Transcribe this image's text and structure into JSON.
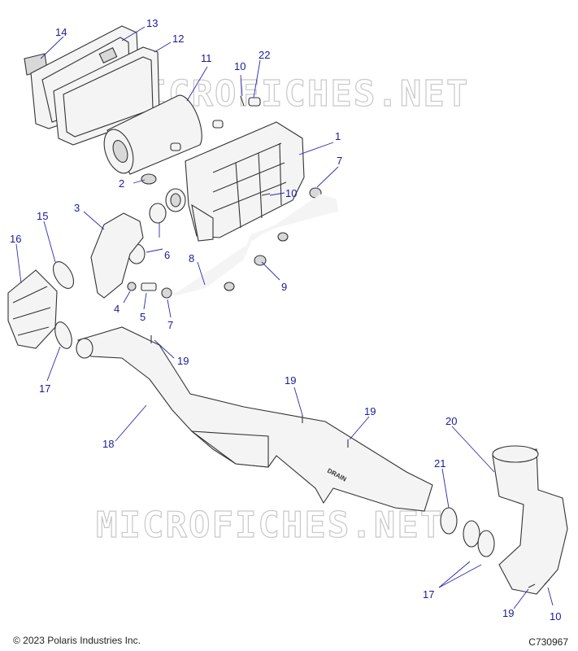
{
  "callouts": [
    {
      "id": "c1",
      "label": "1"
    },
    {
      "id": "c2",
      "label": "2"
    },
    {
      "id": "c3",
      "label": "3"
    },
    {
      "id": "c4",
      "label": "4"
    },
    {
      "id": "c5",
      "label": "5"
    },
    {
      "id": "c6",
      "label": "6"
    },
    {
      "id": "c7a",
      "label": "7"
    },
    {
      "id": "c7b",
      "label": "7"
    },
    {
      "id": "c8",
      "label": "8"
    },
    {
      "id": "c9",
      "label": "9"
    },
    {
      "id": "c10a",
      "label": "10"
    },
    {
      "id": "c10b",
      "label": "10"
    },
    {
      "id": "c10c",
      "label": "10"
    },
    {
      "id": "c11",
      "label": "11"
    },
    {
      "id": "c12",
      "label": "12"
    },
    {
      "id": "c13",
      "label": "13"
    },
    {
      "id": "c14",
      "label": "14"
    },
    {
      "id": "c15",
      "label": "15"
    },
    {
      "id": "c16",
      "label": "16"
    },
    {
      "id": "c17a",
      "label": "17"
    },
    {
      "id": "c17b",
      "label": "17"
    },
    {
      "id": "c18",
      "label": "18"
    },
    {
      "id": "c19a",
      "label": "19"
    },
    {
      "id": "c19b",
      "label": "19"
    },
    {
      "id": "c19c",
      "label": "19"
    },
    {
      "id": "c19d",
      "label": "19"
    },
    {
      "id": "c20",
      "label": "20"
    },
    {
      "id": "c21",
      "label": "21"
    },
    {
      "id": "c22",
      "label": "22"
    }
  ],
  "part_marking": "DRAIN",
  "watermark": "MICROFICHES.NET",
  "copyright": "© 2023 Polaris Industries Inc.",
  "figure_code": "C730967",
  "colors": {
    "callout": "#1a1a9c",
    "line": "#333333",
    "part_fill": "#f4f4f4",
    "watermark": "#c8c8c8"
  }
}
